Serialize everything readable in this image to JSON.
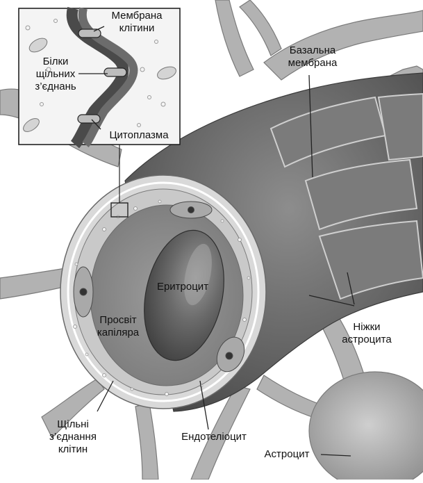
{
  "labels": {
    "cell_membrane": [
      "Мембрана",
      "клітини"
    ],
    "tight_junction_proteins": [
      "Білки",
      "щільних",
      "з’єднань"
    ],
    "cytoplasm": "Цитоплазма",
    "basal_membrane": [
      "Базальна",
      "мембрана"
    ],
    "erythrocyte": "Еритроцит",
    "capillary_lumen": [
      "Просвіт",
      "капіляра"
    ],
    "astrocyte_feet": [
      "Ніжки",
      "астроцита"
    ],
    "tight_junctions": [
      "Щільні",
      "з’єднання",
      "клітин"
    ],
    "endotheliocyte": "Ендотеліоцит",
    "astrocyte": "Астроцит"
  }
}
